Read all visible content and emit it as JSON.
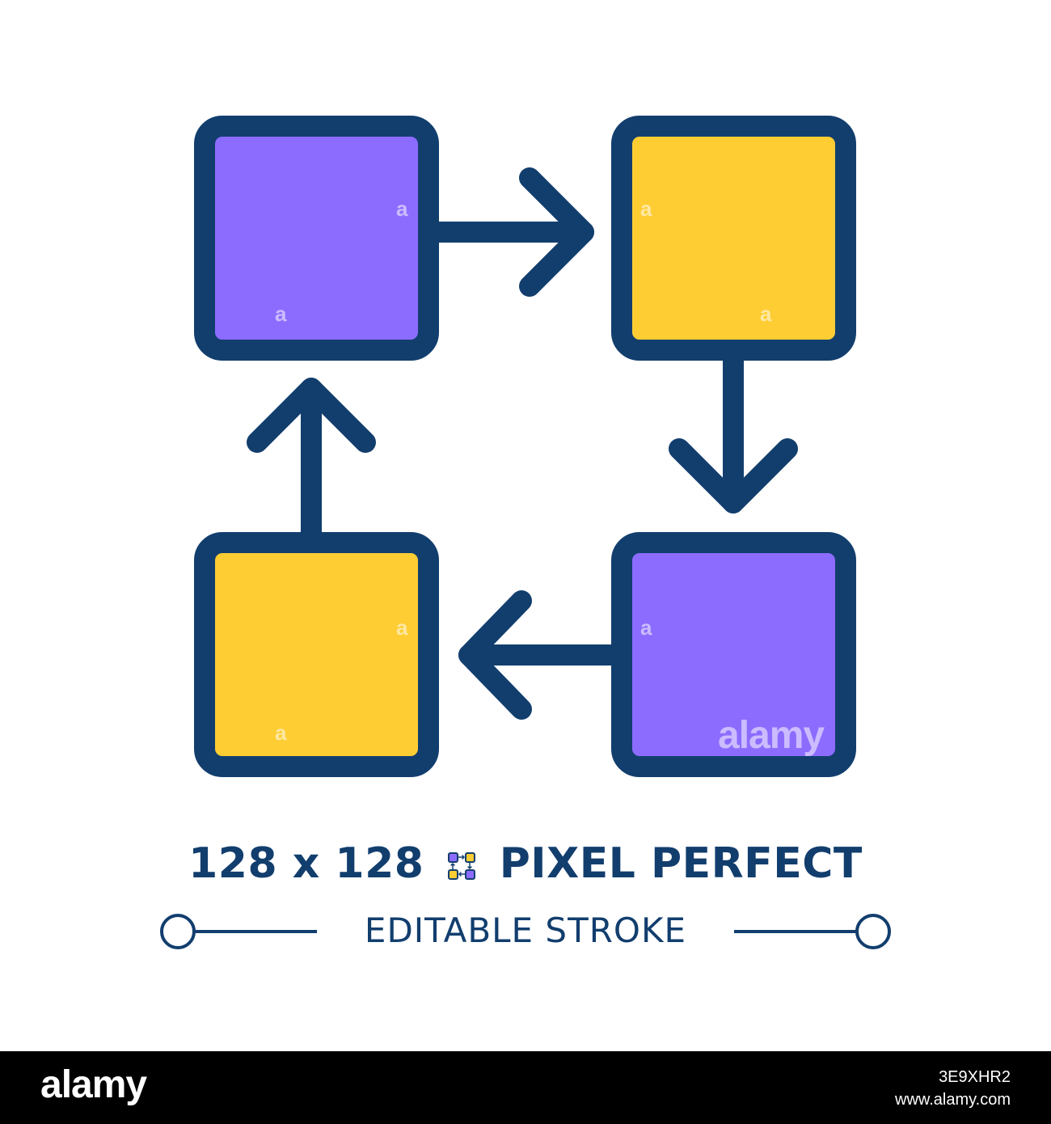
{
  "icon": {
    "name": "workflow-cycle",
    "colors": {
      "stroke": "#123e6e",
      "purple": "#8c6cff",
      "yellow": "#fecd33"
    },
    "boxes": [
      {
        "id": "top-left",
        "fill": "purple"
      },
      {
        "id": "top-right",
        "fill": "yellow"
      },
      {
        "id": "bottom-right",
        "fill": "purple"
      },
      {
        "id": "bottom-left",
        "fill": "yellow"
      }
    ],
    "arrows": [
      {
        "from": "top-left",
        "to": "top-right",
        "direction": "right"
      },
      {
        "from": "top-right",
        "to": "bottom-right",
        "direction": "down"
      },
      {
        "from": "bottom-right",
        "to": "bottom-left",
        "direction": "left"
      },
      {
        "from": "bottom-left",
        "to": "top-left",
        "direction": "up"
      }
    ]
  },
  "caption": {
    "size_text": "128 x 128",
    "pixel_text": "PIXEL PERFECT",
    "stroke_text": "EDITABLE STROKE"
  },
  "watermark": {
    "text": "alamy",
    "small": "a"
  },
  "footer": {
    "logo": "alamy",
    "image_id": "3E9XHR2",
    "url": "www.alamy.com"
  }
}
